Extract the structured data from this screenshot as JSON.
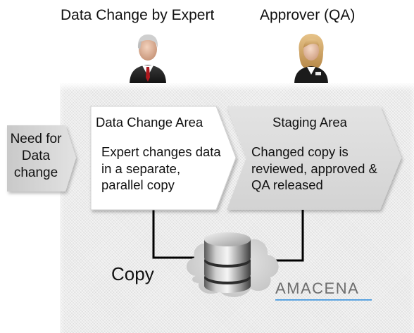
{
  "roles": {
    "expert_title": "Data Change by Expert",
    "approver_title": "Approver (QA)"
  },
  "input": {
    "label": "Need for Data change"
  },
  "data_change_area": {
    "title": "Data Change Area",
    "description": "Expert changes data in a separate, parallel copy"
  },
  "staging_area": {
    "title": "Staging Area",
    "description": "Changed copy is reviewed, approved & QA released"
  },
  "database": {
    "label": "Copy"
  },
  "brand": {
    "name": "AMACENA"
  },
  "icons": {
    "expert": "businessman-avatar-icon",
    "approver": "businesswoman-avatar-icon",
    "database": "database-cylinder-icon",
    "cloud": "cloud-icon"
  },
  "colors": {
    "panel": "#ececec",
    "chevron_white": "#ffffff",
    "chevron_gray": "#d9d9d9",
    "connector": "#000000",
    "brand_text": "#6e6e6e",
    "brand_underline": "#5aa3e0"
  }
}
